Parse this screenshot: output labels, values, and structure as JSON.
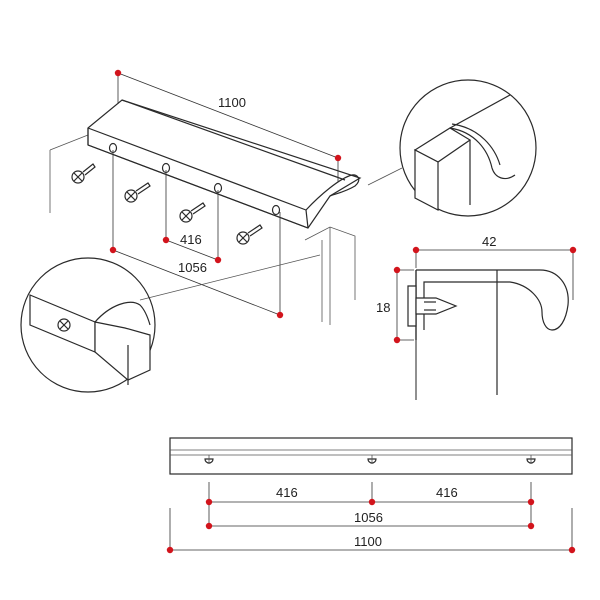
{
  "colors": {
    "line": "#2a2a2a",
    "dimension_point": "#d2141c",
    "background": "#ffffff"
  },
  "dimensions": {
    "length_total": "1100",
    "hole_span": "1056",
    "hole_pitch": "416",
    "profile_width": "42",
    "profile_height": "18"
  }
}
